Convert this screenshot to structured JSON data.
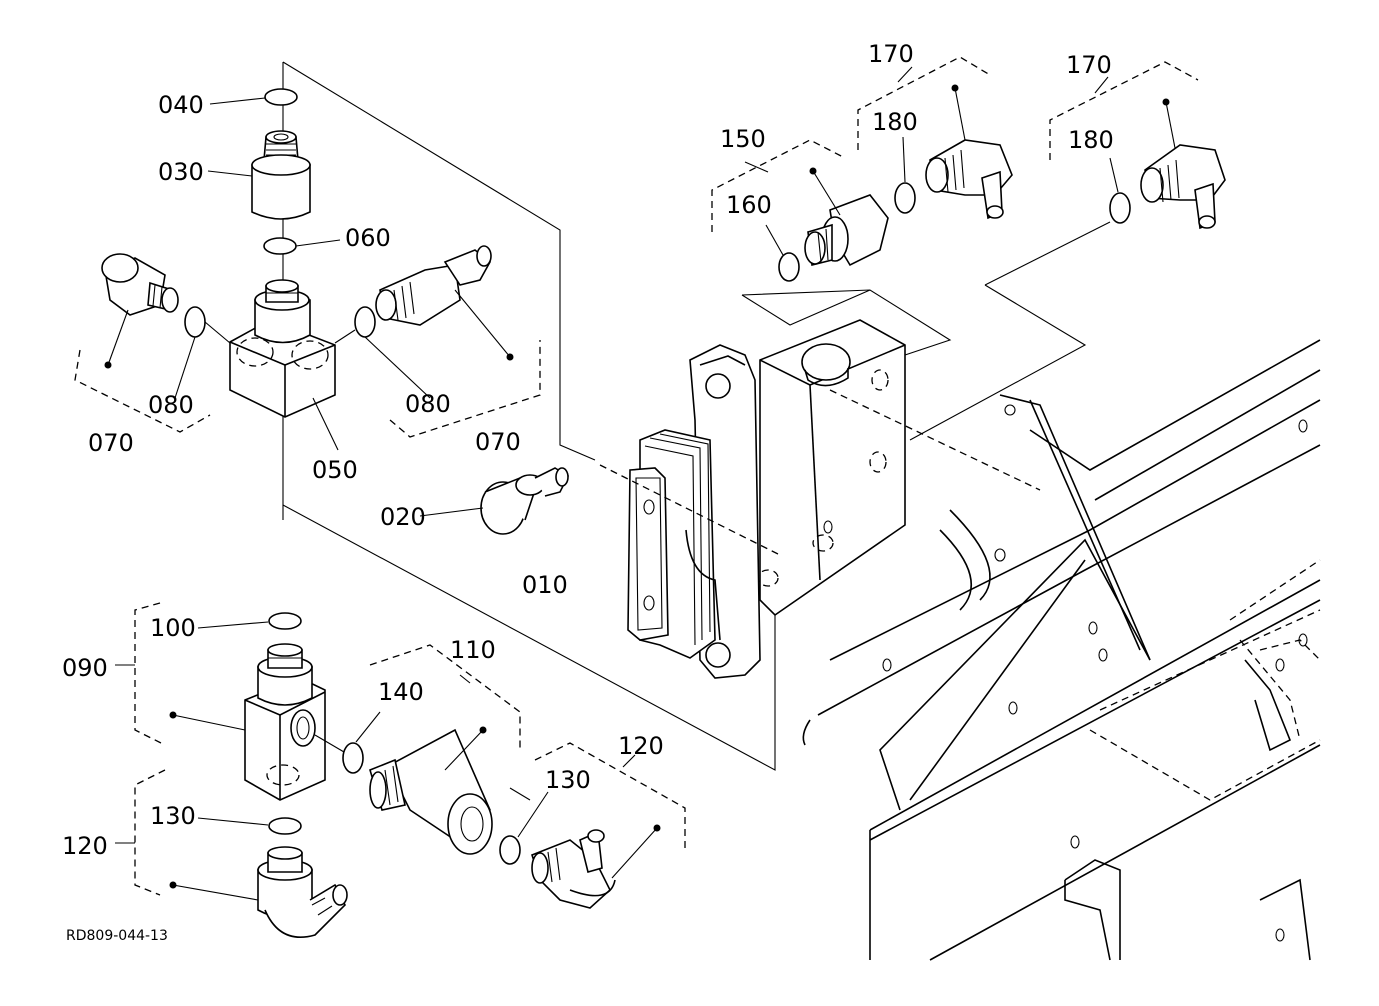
{
  "reference_code": "RD809-044-13",
  "callouts": {
    "c010": "010",
    "c020": "020",
    "c030": "030",
    "c040": "040",
    "c050": "050",
    "c060": "060",
    "c070_left": "070",
    "c070_right": "070",
    "c080_left": "080",
    "c080_right": "080",
    "c090": "090",
    "c100": "100",
    "c110": "110",
    "c120_left": "120",
    "c120_right": "120",
    "c130_left": "130",
    "c130_right": "130",
    "c140": "140",
    "c150": "150",
    "c160": "160",
    "c170_mid": "170",
    "c170_right": "170",
    "c180_mid": "180",
    "c180_right": "180"
  }
}
